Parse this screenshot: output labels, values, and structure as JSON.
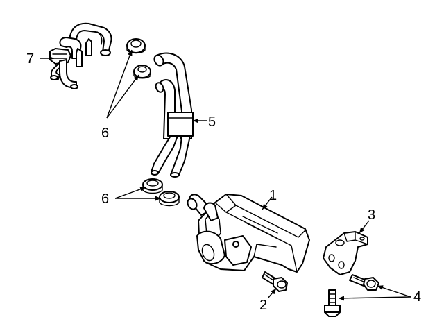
{
  "callouts": {
    "oil_cooler": "1",
    "bolt_left": "2",
    "bracket": "3",
    "bolts_right": "4",
    "hose_assembly": "5",
    "grommets_upper": "6",
    "grommets_lower": "6",
    "bypass_valve": "7"
  },
  "colors": {
    "line": "#000000",
    "background": "#ffffff"
  }
}
